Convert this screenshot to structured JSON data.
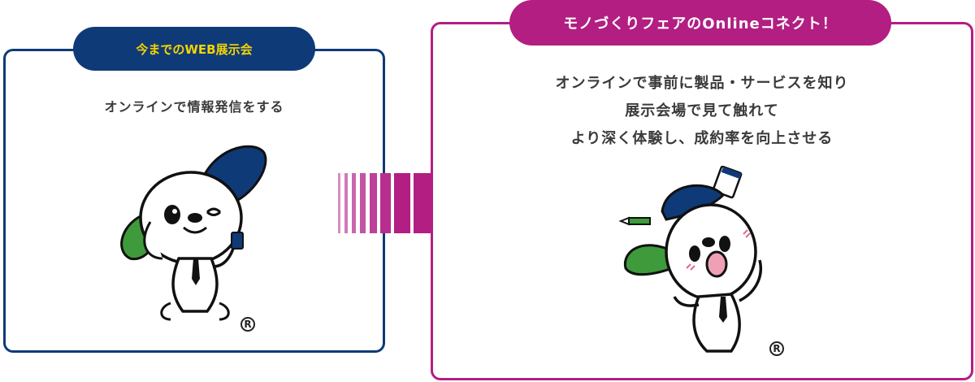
{
  "left_panel": {
    "badge_label": "今までのWEB展示会",
    "description": "オンラインで情報発信をする",
    "registered_mark": "R"
  },
  "right_panel": {
    "badge_label": "モノづくりフェアのOnlineコネクト！",
    "lines": [
      "オンラインで事前に製品・サービスを知り",
      "展示会場で見て触れて",
      "より深く体験し、成約率を向上させる"
    ],
    "registered_mark": "R"
  },
  "colors": {
    "navy": "#0f3a78",
    "magenta": "#b21e82",
    "yellow": "#f5d400",
    "green": "#3e9a3a"
  },
  "icons": [
    "mascot-phone-icon",
    "mascot-surprised-icon",
    "right-arrow-icon"
  ]
}
